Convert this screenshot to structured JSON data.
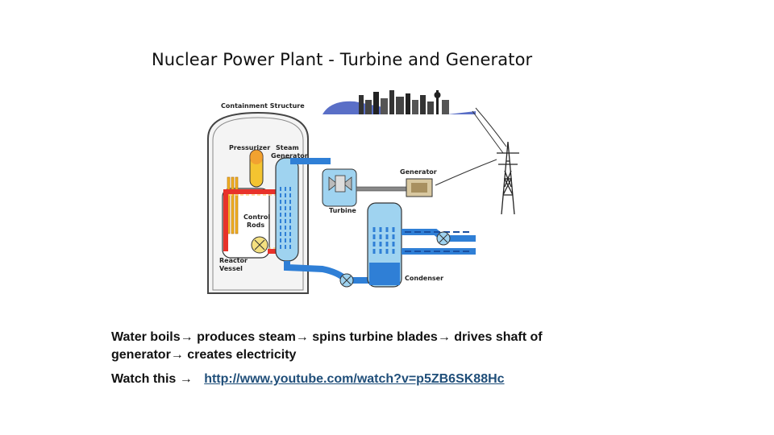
{
  "slide": {
    "title": "Nuclear Power Plant - Turbine and Generator"
  },
  "diagram": {
    "labels": {
      "containment": "Containment Structure",
      "pressurizer": "Pressurizer",
      "steam_generator_1": "Steam",
      "steam_generator_2": "Generator",
      "generator": "Generator",
      "turbine": "Turbine",
      "control_rods_1": "Control",
      "control_rods_2": "Rods",
      "reactor_vessel_1": "Reactor",
      "reactor_vessel_2": "Vessel",
      "condenser": "Condenser"
    },
    "colors": {
      "hot_loop": "#e8322a",
      "cool_loop": "#2f7fd6",
      "steam": "#9fd3f0",
      "rods": "#f2b020",
      "pressurizer": "#f4c430"
    }
  },
  "caption": {
    "step1": "Water boils",
    "step2": " produces steam",
    "step3": " spins turbine blades",
    "step4": " drives shaft of",
    "step5": "generator",
    "step6": " creates electricity",
    "arrow": "→"
  },
  "watch": {
    "label": "Watch this",
    "arrow": "→",
    "link": "http://www.youtube.com/watch?v=p5ZB6SK88Hc"
  }
}
